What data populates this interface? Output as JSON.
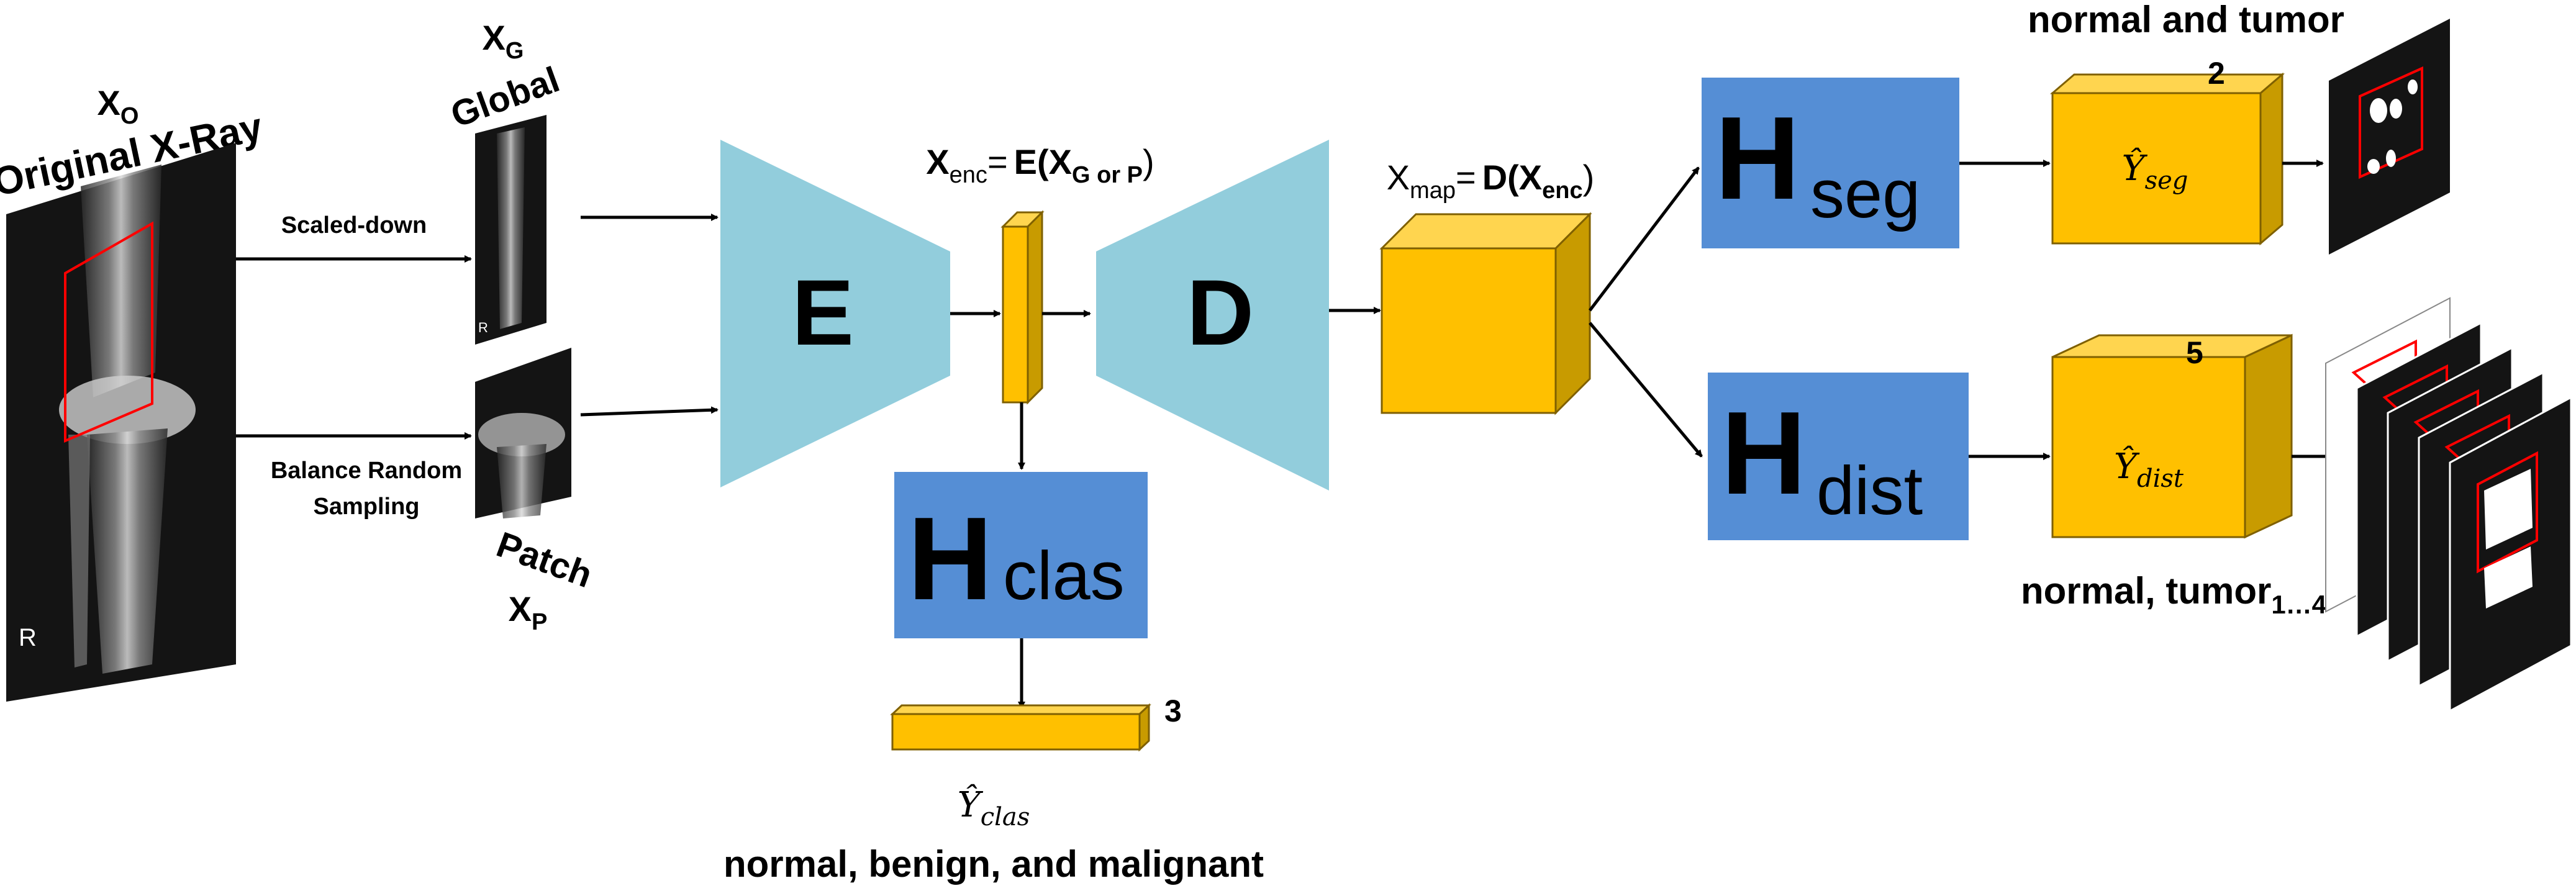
{
  "input": {
    "symbol": "X",
    "symbol_sub": "O",
    "title": "Original X-Ray",
    "marker": "R"
  },
  "global_branch": {
    "symbol": "X",
    "symbol_sub": "G",
    "title": "Global",
    "arrow_label": "Scaled-down",
    "marker": "R"
  },
  "patch_branch": {
    "symbol": "X",
    "symbol_sub": "P",
    "title": "Patch",
    "arrow_label_line1": "Balance Random",
    "arrow_label_line2": "Sampling"
  },
  "encoder": {
    "label": "E",
    "formula": {
      "lhs": "X",
      "lhs_sub": "enc",
      "eq": "=",
      "fn": "E(X",
      "arg_sub": "G or P",
      "close": ")"
    }
  },
  "decoder": {
    "label": "D",
    "formula": {
      "lhs": "X",
      "lhs_sub": "map",
      "eq": "=",
      "fn": "D(X",
      "arg_sub": "enc",
      "close": ")"
    }
  },
  "heads": {
    "clas": {
      "label": "H",
      "sub": "clas",
      "output_symbol": "Ŷ",
      "output_sub": "clas",
      "channels": "3",
      "classes": "normal, benign, and malignant"
    },
    "seg": {
      "label": "H",
      "sub": "seg",
      "output_symbol": "Ŷ",
      "output_sub": "seg",
      "channels": "2",
      "classes": "normal and tumor"
    },
    "dist": {
      "label": "H",
      "sub": "dist",
      "output_symbol": "Ŷ",
      "output_sub": "dist",
      "channels": "5",
      "classes": "normal, tumor",
      "classes_sub": "1…4"
    }
  },
  "colors": {
    "trapezoid": "#92CDDC",
    "head_box": "#558ED5",
    "tensor_face": "#FFC000",
    "tensor_top": "#FFD54F",
    "tensor_side": "#C89B00",
    "tensor_edge": "#7F6000",
    "roi_box": "#FF0000",
    "xray_bg": "#141414"
  }
}
